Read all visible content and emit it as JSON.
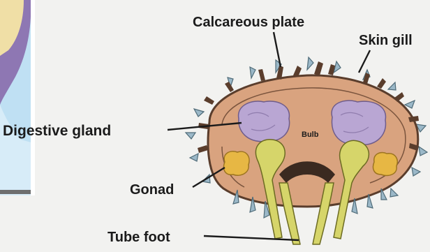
{
  "labels": {
    "calcareous_plate": "Calcareous plate",
    "skin_gill": "Skin gill",
    "digestive_gland": "Digestive gland",
    "bulb": "Bulb",
    "gonad": "Gonad",
    "tube_foot": "Tube foot"
  },
  "colors": {
    "body_fill": "#d9a37f",
    "body_outline": "#5a3d2c",
    "digestive_gland": "#b9a6d3",
    "gonad": "#e7b744",
    "tube_foot": "#d6d56a",
    "skin_gill": "#9bb8c8",
    "side_panel_purple": "#8e77b3",
    "side_panel_blue": "#bfe0f3",
    "background": "#f2f2f0"
  }
}
